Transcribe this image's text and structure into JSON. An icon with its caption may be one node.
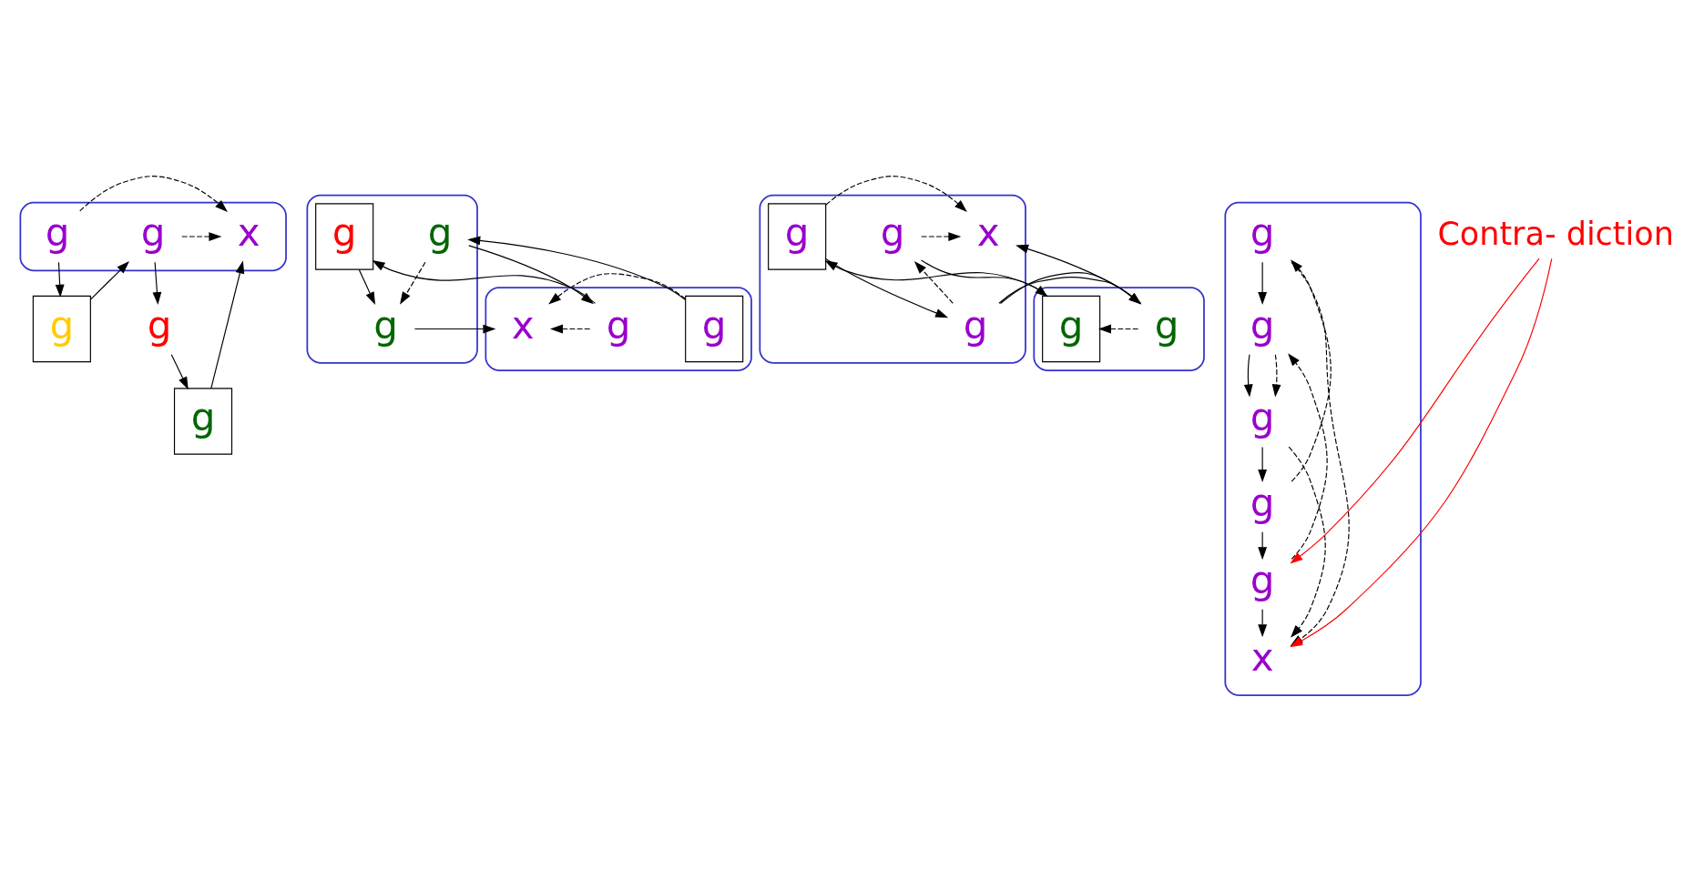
{
  "diagram": {
    "nodes": [
      {
        "text": [],
        "shape": "blob"
      },
      {
        "text": [
          "g"
        ],
        "in": 0
      },
      {
        "text": [
          "g"
        ]
      },
      {
        "text": [
          "g"
        ],
        "in": 0
      },
      {
        "text": [
          "g"
        ]
      },
      {
        "text": [
          "g"
        ]
      },
      {
        "text": [
          "x"
        ],
        "in": 0
      },
      {
        "text": [],
        "shape": "blob"
      },
      {
        "text": [
          "g"
        ],
        "in": 7
      },
      {
        "text": [],
        "shape": "blob"
      },
      {
        "text": [
          "g"
        ],
        "in": 9
      },
      {
        "text": [
          "g"
        ],
        "in": 7
      },
      {
        "text": [
          "g"
        ],
        "in": 9
      },
      {
        "text": [
          "g"
        ],
        "in": 9
      },
      {
        "text": [
          "x"
        ],
        "in": 7
      },
      {
        "text": [],
        "shape": "blob"
      },
      {
        "text": [
          "g"
        ],
        "in": 15
      },
      {
        "text": [],
        "shape": "blob"
      },
      {
        "text": [
          "g"
        ],
        "in": 17
      },
      {
        "text": [
          "g"
        ],
        "in": 15
      },
      {
        "text": [
          "g"
        ],
        "in": 15
      },
      {
        "text": [
          "g"
        ],
        "in": 17
      },
      {
        "text": [
          "x"
        ],
        "in": 15
      },
      {
        "text": [],
        "shape": "blob"
      },
      {
        "text": [
          "g"
        ],
        "in": 23
      },
      {
        "text": [
          "g"
        ],
        "in": 23
      },
      {
        "text": [
          "g"
        ],
        "in": 23
      },
      {
        "text": [
          "g"
        ],
        "in": 23
      },
      {
        "text": [
          "g"
        ],
        "in": 23
      },
      {
        "text": [
          "x"
        ],
        "in": 23
      },
      {
        "text": [
          "Contra- diction"
        ]
      }
    ],
    "edges": [
      {
        "from": 1,
        "to": 2,
        "arrow": "to"
      },
      {
        "from": 2,
        "to": 3,
        "arrow": "to"
      },
      {
        "from": 3,
        "to": 4,
        "arrow": "to"
      },
      {
        "from": 4,
        "to": 5,
        "arrow": "to"
      },
      {
        "from": 5,
        "to": 6,
        "arrow": "to"
      },
      {
        "from": 1,
        "to": 6,
        "arrow": "to",
        "style": "dashed"
      },
      {
        "from": 3,
        "to": 6,
        "arrow": "to",
        "style": "dashed"
      },
      {
        "from": 8,
        "to": 10,
        "arrow": "to"
      },
      {
        "from": 10,
        "to": 11,
        "arrow": "to"
      },
      {
        "from": 11,
        "to": 12,
        "arrow": "to"
      },
      {
        "from": 12,
        "to": 13,
        "arrow": "to"
      },
      {
        "from": 13,
        "to": 14,
        "arrow": "to"
      },
      {
        "from": 8,
        "to": 14,
        "arrow": "to",
        "style": "dashed"
      },
      {
        "from": 11,
        "to": 14,
        "arrow": "to",
        "style": "dashed"
      },
      {
        "from": 10,
        "to": 13,
        "arrow": "to",
        "style": "dashed"
      },
      {
        "from": 16,
        "to": 18,
        "arrow": "to"
      },
      {
        "from": 18,
        "to": 19,
        "arrow": "to"
      },
      {
        "from": 19,
        "to": 20,
        "arrow": "to"
      },
      {
        "from": 20,
        "to": 21,
        "arrow": "to"
      },
      {
        "from": 21,
        "to": 22,
        "arrow": "to"
      },
      {
        "from": 16,
        "to": 22,
        "arrow": "to",
        "style": "dashed"
      },
      {
        "from": 19,
        "to": 22,
        "arrow": "to",
        "style": "dashed"
      },
      {
        "from": 21,
        "to": 18,
        "arrow": "to",
        "style": "dashed"
      },
      {
        "from": 20,
        "to": 16,
        "arrow": "to",
        "style": "dashed"
      },
      {
        "from": 24,
        "to": 25,
        "arrow": "to"
      },
      {
        "from": 25,
        "to": 26,
        "arrow": "to"
      },
      {
        "from": 26,
        "to": 27,
        "arrow": "to"
      },
      {
        "from": 27,
        "to": 28,
        "arrow": "to"
      },
      {
        "from": 28,
        "to": 29,
        "arrow": "to"
      },
      {
        "from": 24,
        "to": 29,
        "arrow": "to",
        "style": "dashed"
      },
      {
        "from": 26,
        "to": 29,
        "arrow": "to",
        "style": "dashed"
      },
      {
        "from": 25,
        "to": 26,
        "arrow": "to",
        "style": "dashed"
      },
      {
        "from": 27,
        "to": 24,
        "arrow": "to",
        "style": "dashed"
      },
      {
        "from": 28,
        "to": 25,
        "arrow": "to",
        "style": "dashed"
      },
      {
        "from": 30,
        "to": 28,
        "arrow": "to",
        "color": "#ff0000"
      },
      {
        "from": 30,
        "to": 29,
        "arrow": "to",
        "color": "#ff0000"
      }
    ]
  }
}
